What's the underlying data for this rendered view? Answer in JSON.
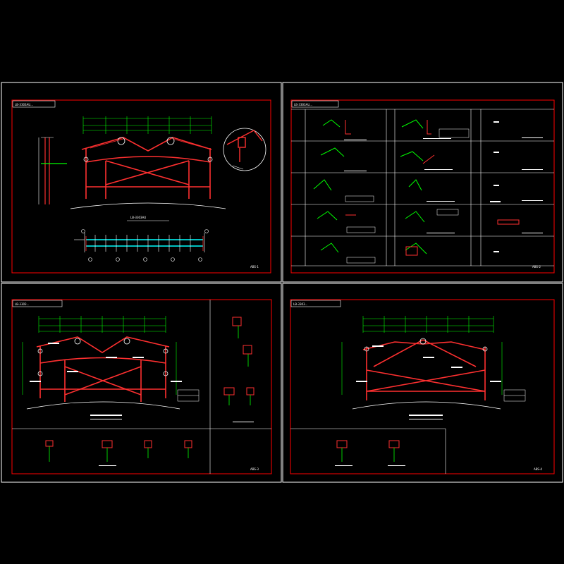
{
  "viewer": {
    "background": "#000000",
    "sheet_border_color": "#ffffff",
    "frame_color": "#ff0000",
    "dim_color": "#00ff00",
    "member_color": "#ff3030",
    "text_color": "#ffffff",
    "highlight_color": "#00ffff"
  },
  "sheets": [
    {
      "id": "sheet-1",
      "title_block": "LB-3303AU...",
      "sheet_no": "ABS-1"
    },
    {
      "id": "sheet-2",
      "title_block": "LB-3303AU...",
      "sheet_no": "ABS-2"
    },
    {
      "id": "sheet-3",
      "title_block": "LB-3303...",
      "sheet_no": "ABS-3"
    },
    {
      "id": "sheet-4",
      "title_block": "LB-3303...",
      "sheet_no": "ABS-4"
    }
  ]
}
